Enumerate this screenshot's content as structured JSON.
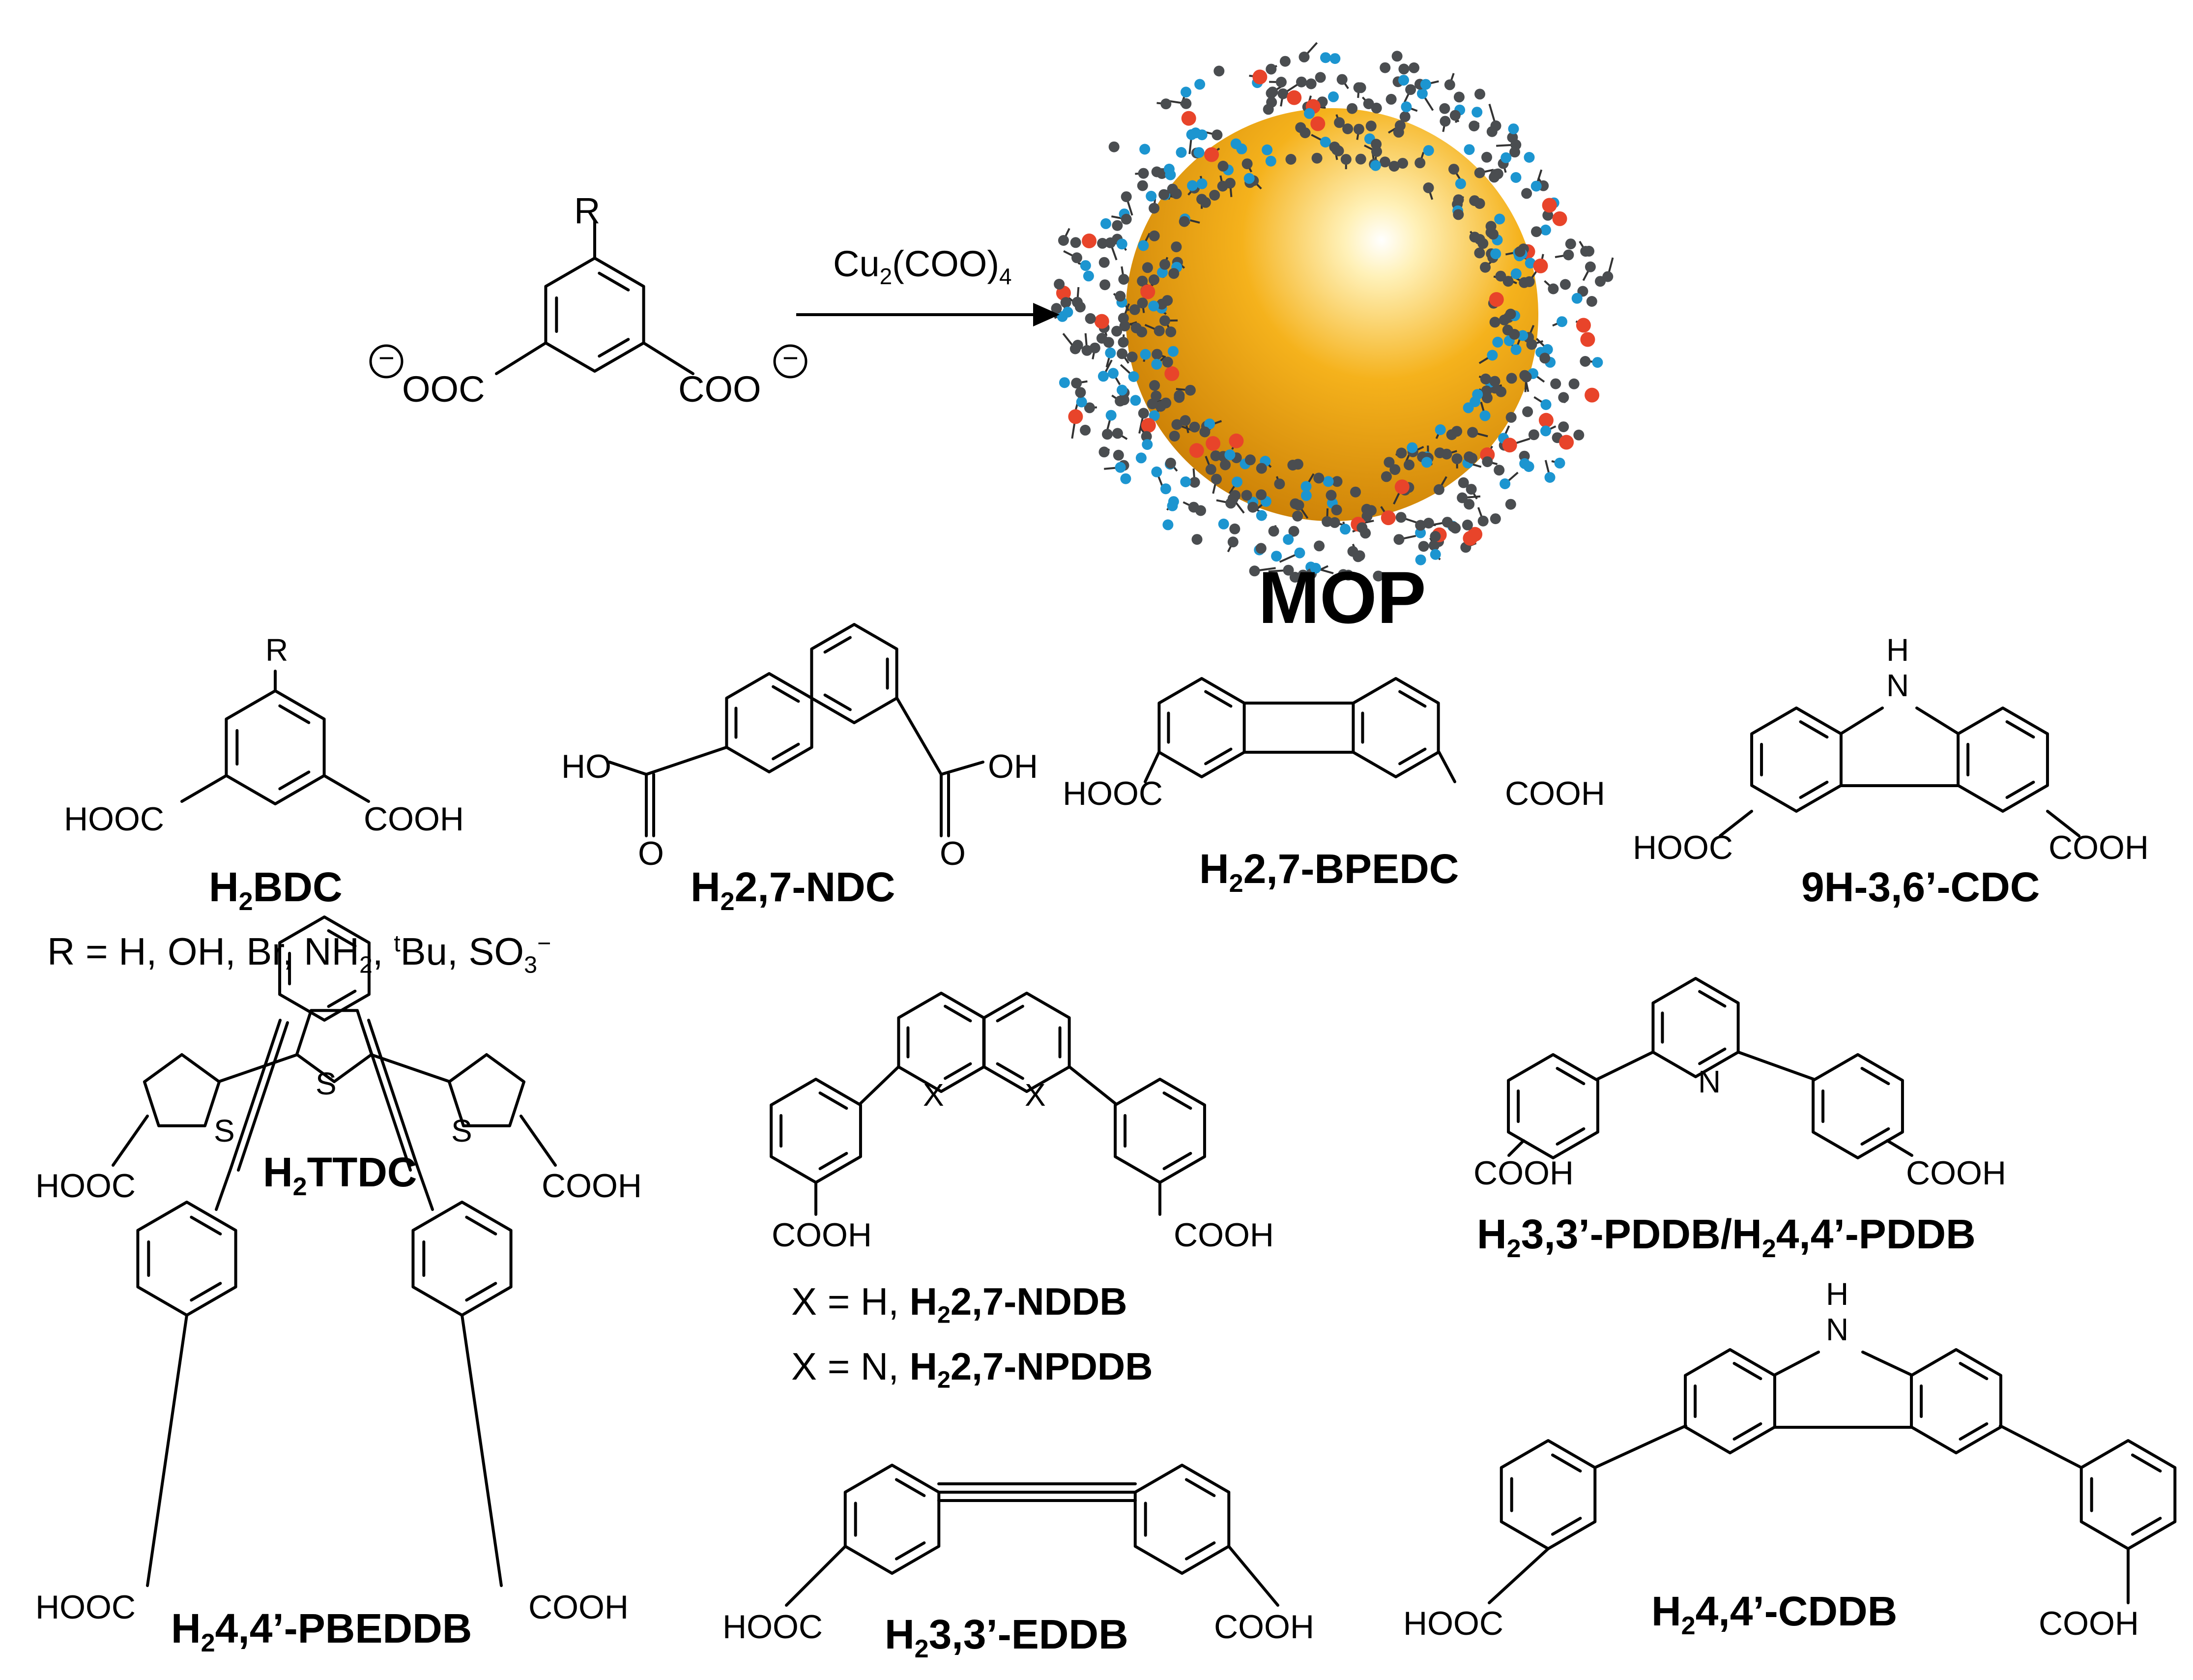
{
  "reaction": {
    "reactant": {
      "r_label": "R",
      "left_group": "OOC",
      "right_group": "COO",
      "charge": "−"
    },
    "reagent": {
      "text": "Cu",
      "sub1": "2",
      "mid": "(COO)",
      "sub2": "4"
    },
    "product_label": "MOP"
  },
  "ligands": {
    "h2bdc": {
      "name_pre": "H",
      "name_sub": "2",
      "name_post": "BDC",
      "r_label": "R",
      "left_group": "HOOC",
      "right_group": "COOH",
      "r_line": {
        "a": "R = H, OH, Br, NH",
        "a_sub": "2",
        "b": ", ",
        "b_sup": "t",
        "c": "Bu, SO",
        "c_sub": "3",
        "c_sup": "−"
      }
    },
    "ndc": {
      "name_pre": "H",
      "name_sub": "2",
      "name_post": "2,7-NDC",
      "ho_left": "HO",
      "oh_right": "OH",
      "o_left": "O",
      "o_right": "O"
    },
    "bpedc": {
      "name_pre": "H",
      "name_sub": "2",
      "name_post": "2,7-BPEDC",
      "left_group": "HOOC",
      "right_group": "COOH"
    },
    "cdc": {
      "name": "9H-3,6’-CDC",
      "nh_label": "H",
      "n_label": "N",
      "left_group": "HOOC",
      "right_group": "COOH"
    },
    "ttdc": {
      "name_pre": "H",
      "name_sub": "2",
      "name_post": "TTDC",
      "s1": "S",
      "s2": "S",
      "s3": "S",
      "left_group": "HOOC",
      "right_group": "COOH"
    },
    "nddb": {
      "x1": "X",
      "x2": "X",
      "left_group": "COOH",
      "right_group": "COOH",
      "line1_plain": "X = H, ",
      "line1_bold_pre": "H",
      "line1_bold_sub": "2",
      "line1_bold_post": "2,7-NDDB",
      "line2_plain": "X = N, ",
      "line2_bold_pre": "H",
      "line2_bold_sub": "2",
      "line2_bold_post": "2,7-NPDDB"
    },
    "pddb": {
      "n_label": "N",
      "left_group": "COOH",
      "right_group": "COOH",
      "name_pre": "H",
      "name_sub": "2",
      "name_mid": "3,3’-PDDB/H",
      "name_sub2": "2",
      "name_post": "4,4’-PDDB"
    },
    "pbeddb": {
      "name_pre": "H",
      "name_sub": "2",
      "name_post": "4,4’-PBEDDB",
      "left_group": "HOOC",
      "right_group": "COOH"
    },
    "eddb": {
      "name_pre": "H",
      "name_sub": "2",
      "name_post": "3,3’-EDDB",
      "left_group": "HOOC",
      "right_group": "COOH"
    },
    "cddb": {
      "name_pre": "H",
      "name_sub": "2",
      "name_post": "4,4’-CDDB",
      "nh_label": "H",
      "n_label": "N",
      "left_group": "HOOC",
      "right_group": "COOH"
    }
  },
  "colors": {
    "sphere": "#f5b21c",
    "carbon": "#4a4d50",
    "oxygen": "#1c95d0",
    "copper": "#e8442a"
  }
}
